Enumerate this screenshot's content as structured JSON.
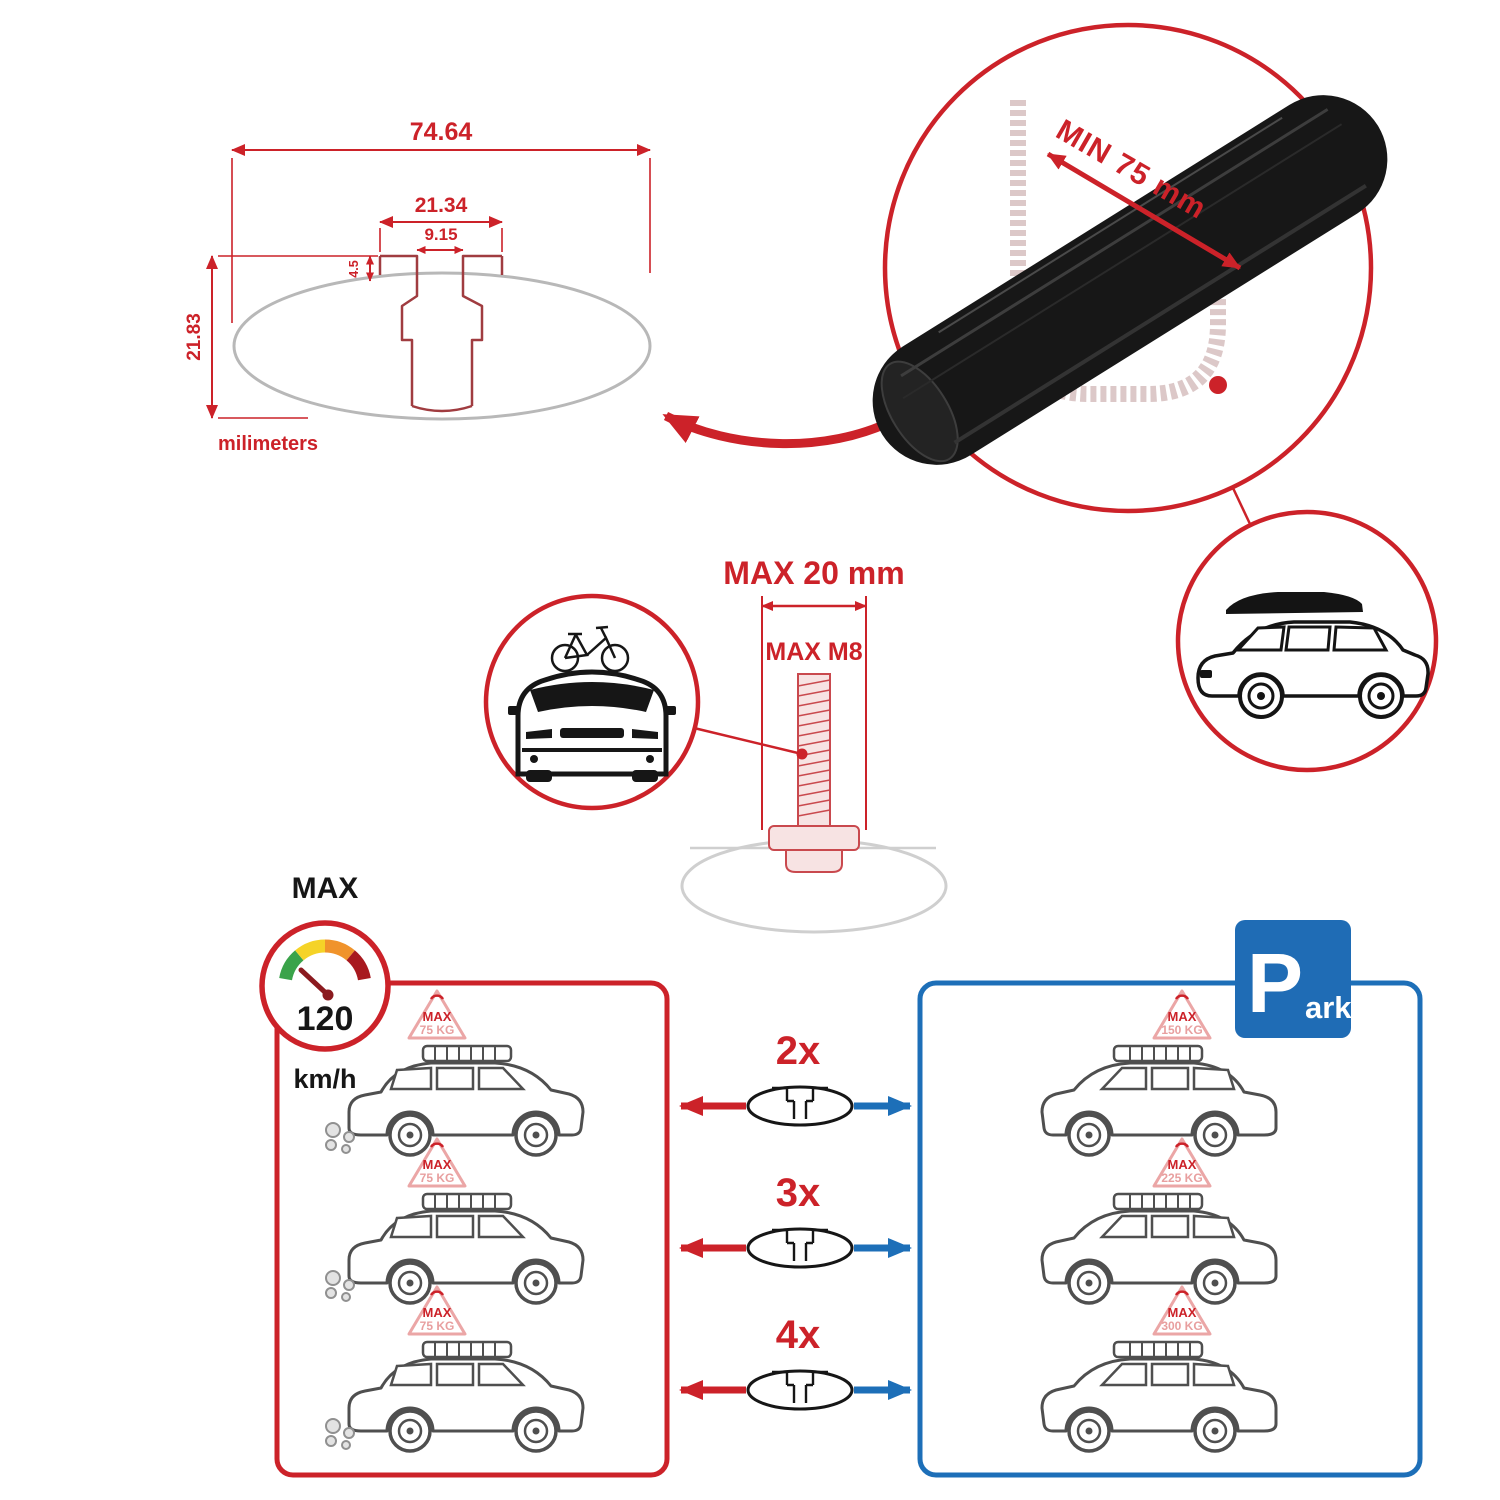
{
  "colors": {
    "accent_red": "#cc2229",
    "profile_maroon": "#a03c40",
    "ghost_pink": "#dcc8c8",
    "bolt_pink": "#c9494e",
    "park_blue": "#1d6fb8",
    "line_gray": "#b8b8b8",
    "car_line_gray": "#4f4f4f",
    "bar_black": "#171717",
    "gauge_green": "#3aa34a",
    "gauge_yellow": "#f5d327",
    "gauge_orange": "#f0932b",
    "gauge_dark_red": "#a8191f"
  },
  "profile_dimensions": {
    "total_width": "74.64",
    "channel_width": "21.34",
    "slot_width": "9.15",
    "lip_depth": "4.5",
    "total_height": "21.83",
    "units_label": "milimeters"
  },
  "crossbar": {
    "min_span_label": "MIN 75 mm"
  },
  "bolt": {
    "max_width_label": "MAX 20 mm",
    "max_thread_label": "MAX M8"
  },
  "speed_limit": {
    "title": "MAX",
    "value": "120",
    "unit": "km/h"
  },
  "park_sign": {
    "initial": "P",
    "rest": "ark"
  },
  "driving_cars": [
    {
      "badge_title": "MAX",
      "badge_load": "75 KG"
    },
    {
      "badge_title": "MAX",
      "badge_load": "75 KG"
    },
    {
      "badge_title": "MAX",
      "badge_load": "75 KG"
    }
  ],
  "parked_cars": [
    {
      "badge_title": "MAX",
      "badge_load": "150 KG"
    },
    {
      "badge_title": "MAX",
      "badge_load": "225 KG"
    },
    {
      "badge_title": "MAX",
      "badge_load": "300 KG"
    }
  ],
  "bar_counts": [
    {
      "label": "2x"
    },
    {
      "label": "3x"
    },
    {
      "label": "4x"
    }
  ]
}
